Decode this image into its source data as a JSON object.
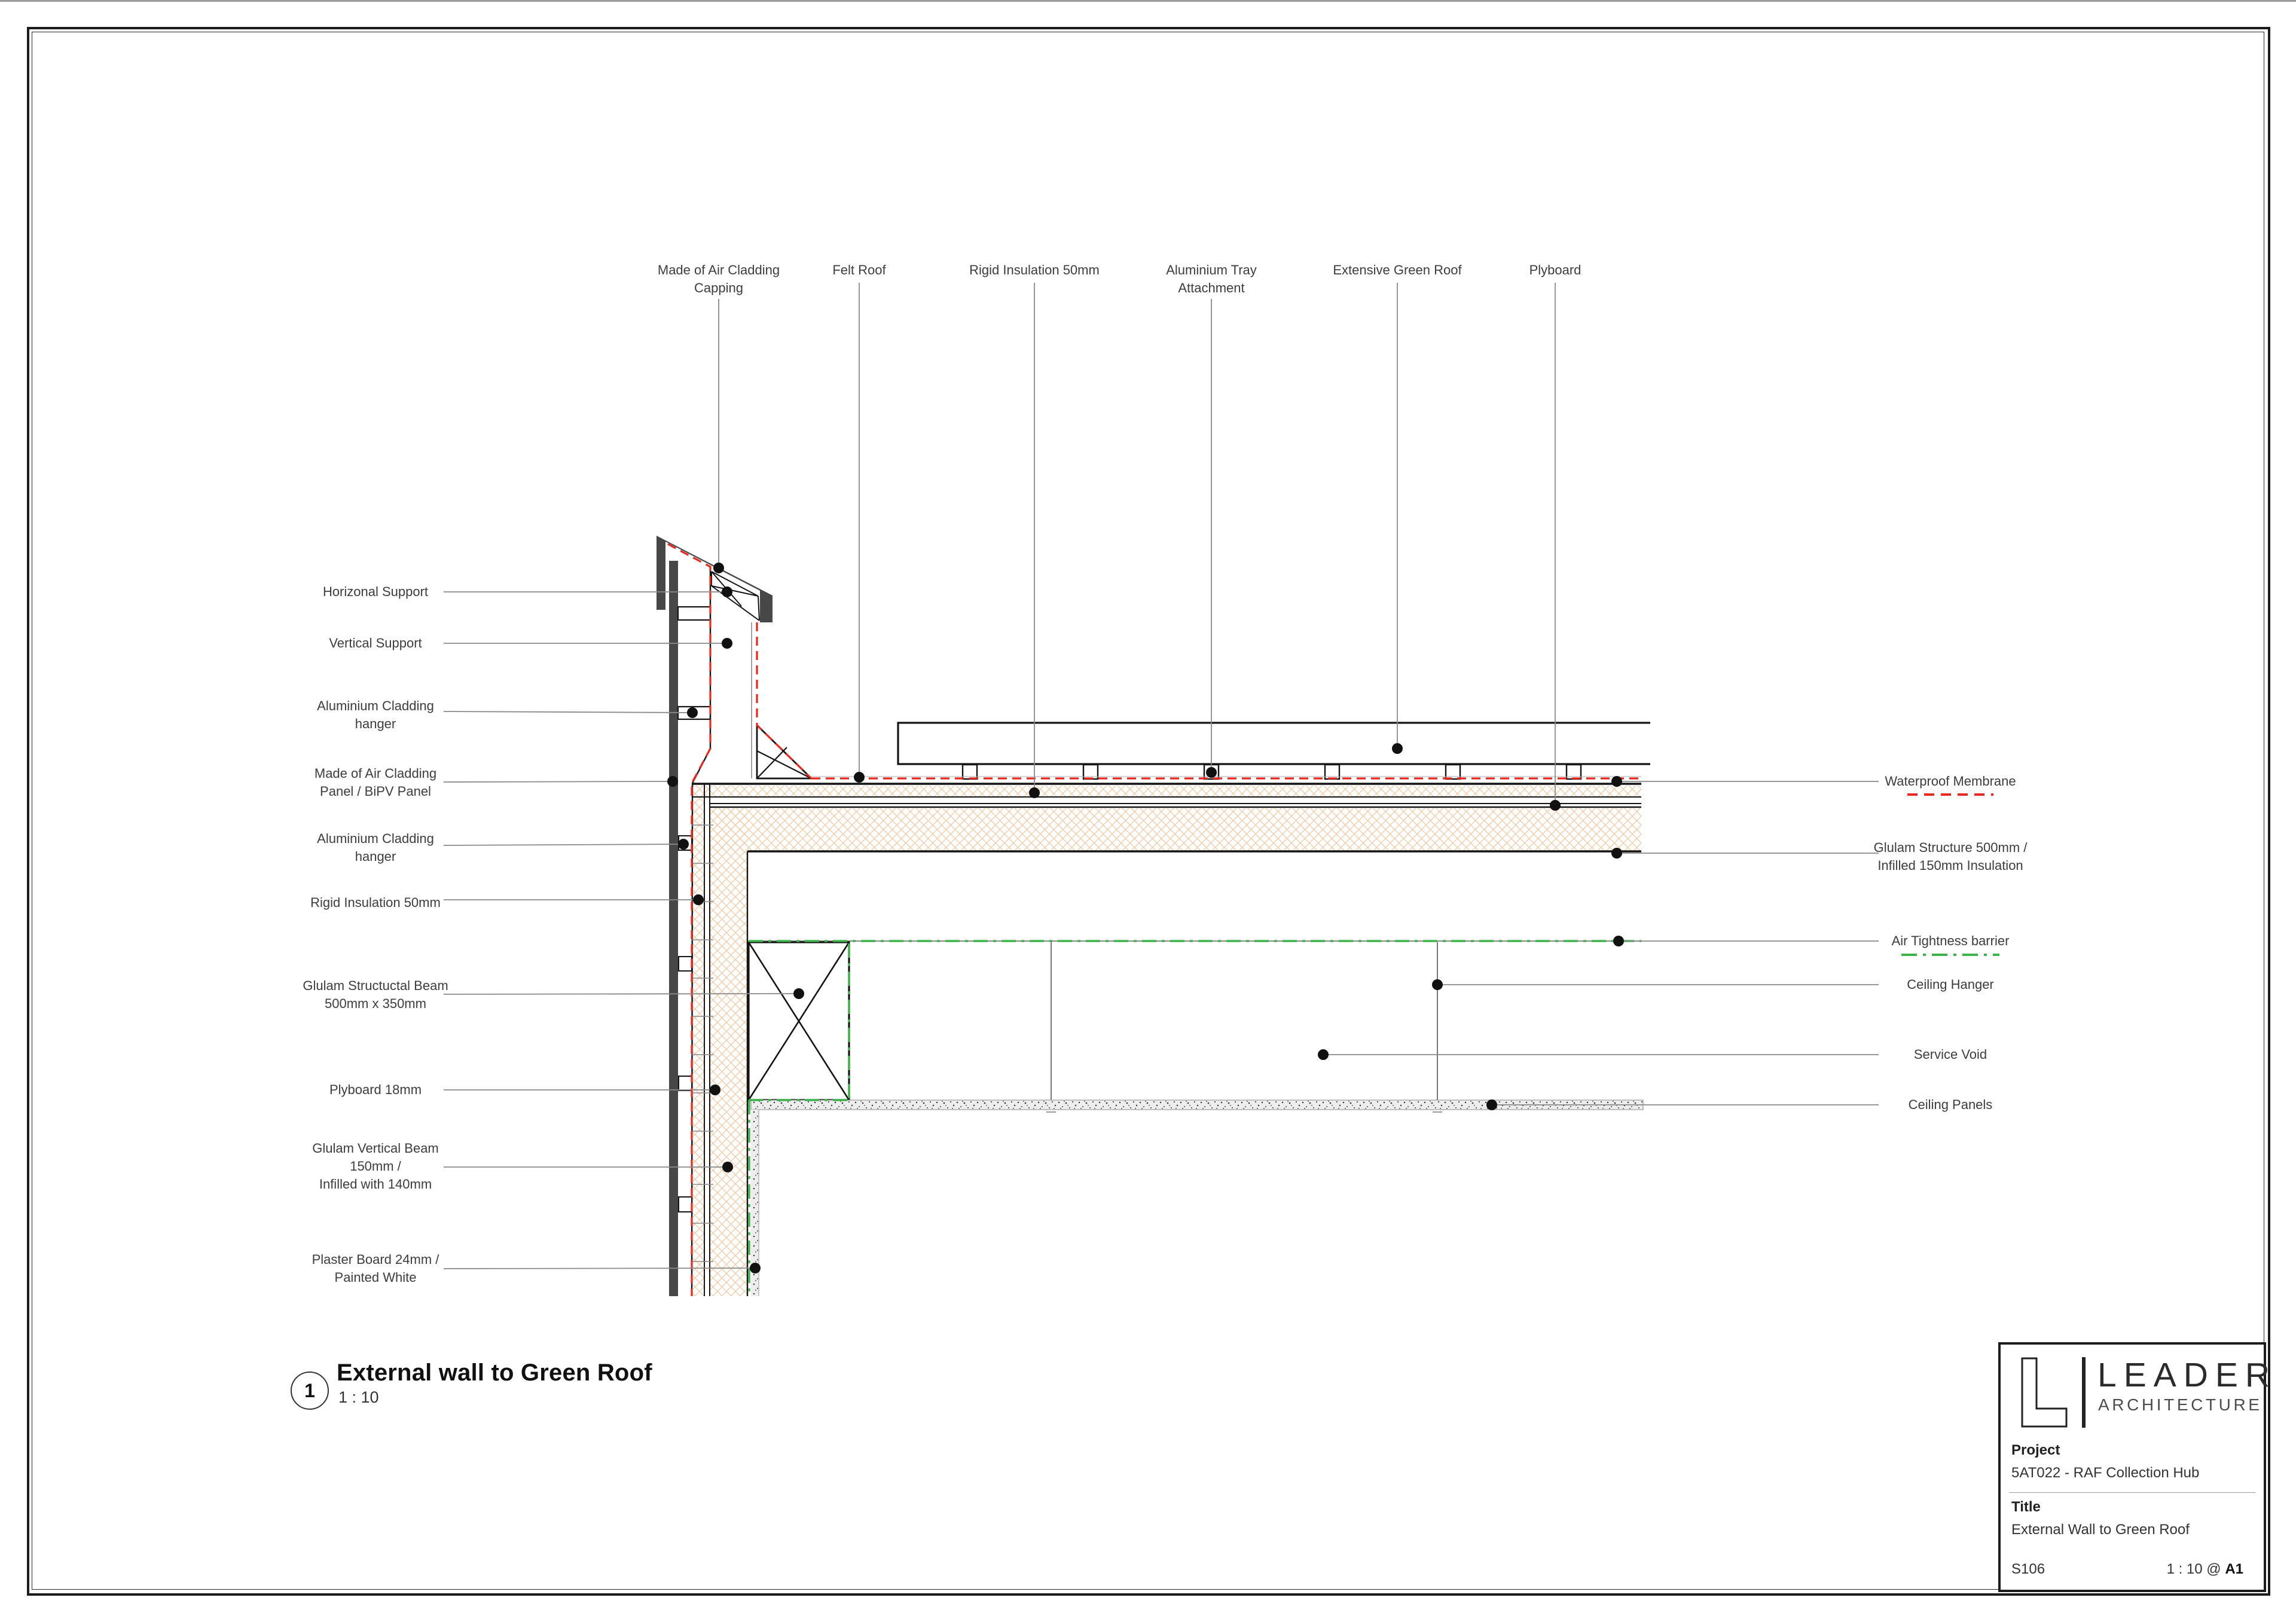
{
  "view": {
    "number": "1",
    "title": "External wall to Green Roof",
    "scale": "1 : 10"
  },
  "title_block": {
    "brand_line1": "LEADER",
    "brand_line2": "ARCHITECTURE",
    "project_label": "Project",
    "project_value": "5AT022 - RAF Collection Hub",
    "title_label": "Title",
    "title_value": "External Wall to Green Roof",
    "sheet_number": "S106",
    "scale_text": "1 : 10 @ ",
    "paper_size": "A1"
  },
  "callouts_top": [
    {
      "text": "Made of Air Cladding\nCapping"
    },
    {
      "text": "Felt Roof"
    },
    {
      "text": "Rigid Insulation 50mm"
    },
    {
      "text": "Aluminium Tray\nAttachment"
    },
    {
      "text": "Extensive Green Roof"
    },
    {
      "text": "Plyboard"
    }
  ],
  "callouts_left": [
    {
      "text": "Horizonal Support"
    },
    {
      "text": "Vertical Support"
    },
    {
      "text": "Aluminium Cladding\nhanger"
    },
    {
      "text": "Made of Air Cladding\nPanel / BiPV Panel"
    },
    {
      "text": "Aluminium Cladding\nhanger"
    },
    {
      "text": "Rigid Insulation 50mm"
    },
    {
      "text": "Glulam Structuctal Beam\n500mm x 350mm"
    },
    {
      "text": "Plyboard 18mm"
    },
    {
      "text": "Glulam Vertical Beam\n150mm /\nInfilled with 140mm"
    },
    {
      "text": "Plaster Board 24mm /\nPainted White"
    }
  ],
  "callouts_right": [
    {
      "text": "Waterproof Membrane"
    },
    {
      "text": "Glulam Structure 500mm /\nInfilled 150mm Insulation"
    },
    {
      "text": "Air Tightness barrier"
    },
    {
      "text": "Ceiling Hanger"
    },
    {
      "text": "Service Void"
    },
    {
      "text": "Ceiling Panels"
    }
  ],
  "colors": {
    "membrane_red": "#e8281e",
    "air_barrier_green": "#3bb54a",
    "cladding_dark": "#474747",
    "hatch_orange": "#f3c9a2",
    "line_black": "#141414",
    "leader_gray": "#8a8a8a"
  }
}
